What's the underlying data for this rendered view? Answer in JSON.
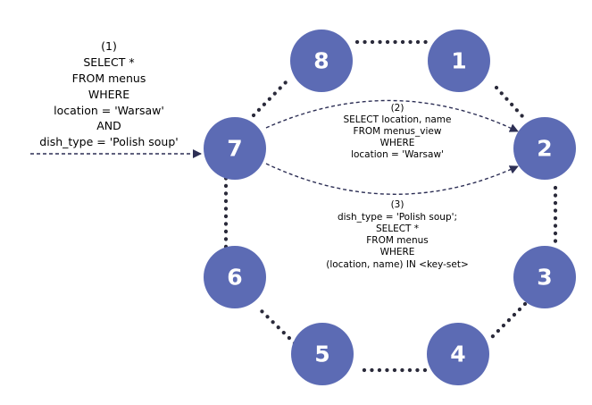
{
  "nodes": [
    {
      "id": "1",
      "label": "1"
    },
    {
      "id": "2",
      "label": "2"
    },
    {
      "id": "3",
      "label": "3"
    },
    {
      "id": "4",
      "label": "4"
    },
    {
      "id": "5",
      "label": "5"
    },
    {
      "id": "6",
      "label": "6"
    },
    {
      "id": "7",
      "label": "7"
    },
    {
      "id": "8",
      "label": "8"
    }
  ],
  "queries": {
    "q1": [
      "(1)",
      "SELECT *",
      "FROM menus",
      "WHERE",
      "location = 'Warsaw'",
      "AND",
      "dish_type = 'Polish soup'"
    ],
    "q2": [
      "(2)",
      "SELECT location, name",
      "FROM menus_view",
      "WHERE",
      "location = 'Warsaw'"
    ],
    "q3": [
      "(3)",
      "dish_type = 'Polish soup';",
      "SELECT *",
      "FROM menus",
      "WHERE",
      "(location, name) IN <key-set>"
    ]
  },
  "colors": {
    "node_fill": "#5c6bb4",
    "node_text": "#ffffff",
    "arrow": "#2d2f55",
    "ring_dots": "#2a2a3a"
  }
}
